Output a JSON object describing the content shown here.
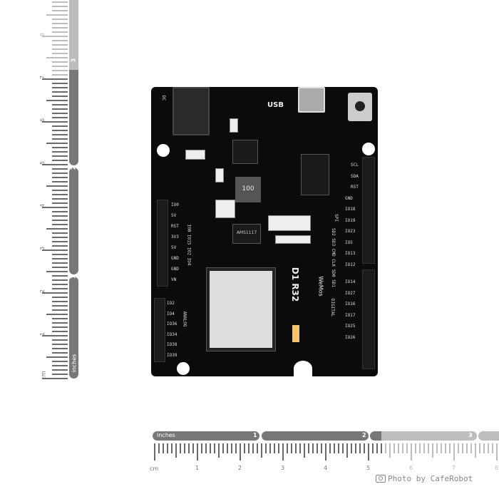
{
  "left_ruler": {
    "unit_label": "cm",
    "cm_ticks": [
      "1",
      "2",
      "3",
      "4",
      "5",
      "6",
      "7",
      "8"
    ],
    "inch_label": "inches",
    "inch_ticks": [
      "1",
      "2",
      "3"
    ]
  },
  "bottom_ruler": {
    "unit_label": "cm",
    "cm_ticks": [
      "1",
      "2",
      "3",
      "4",
      "5",
      "6",
      "7",
      "8"
    ],
    "inch_label": "inches",
    "inch_ticks": [
      "1",
      "2",
      "3"
    ]
  },
  "credit": {
    "icon": "camera-icon",
    "text": "Photo by CafeRobot"
  },
  "board": {
    "usb_label": "USB",
    "dc_label": "DC",
    "model": "D1 R32",
    "brand": "WeMos",
    "module_label": "100",
    "regulator": "AMS1117",
    "power_pins": [
      "IO0",
      "5V",
      "RST",
      "3V3",
      "5V",
      "GND",
      "GND",
      "VN"
    ],
    "analog_label": "ANALOG",
    "analog_pins": [
      "IO2",
      "IO4",
      "IO36",
      "IO34",
      "IO38",
      "IO39"
    ],
    "right_pins_top": [
      "SCL",
      "SDA",
      "RST",
      "GND",
      "IO18",
      "IO19",
      "IO23",
      "IO5",
      "IO13",
      "IO12"
    ],
    "right_pins_bottom": [
      "IO14",
      "IO27",
      "IO16",
      "IO17",
      "IO25",
      "IO26"
    ],
    "spi_label": "SPI",
    "digital_label": "DIGITAL",
    "side_label": "IO0 IO15 IO2 IO4",
    "sd_label": "SD2 SD3 CMD CLK SD0 SD1"
  }
}
